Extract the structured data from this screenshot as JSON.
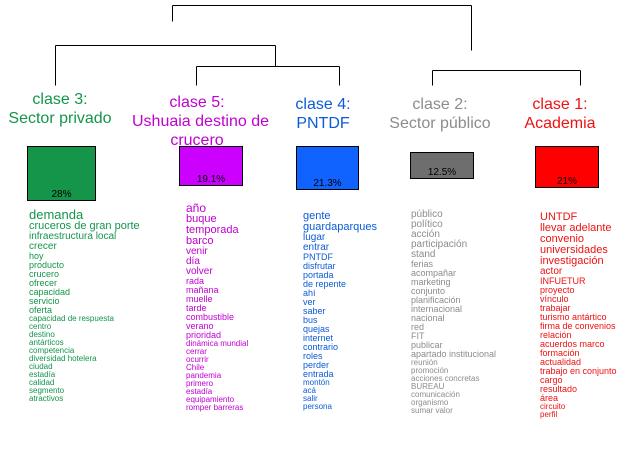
{
  "clusters": [
    {
      "id": "c3",
      "title_line1": "clase 3:",
      "title_line2": "Sector privado",
      "title_line3": "",
      "percent": "28%",
      "color": "#14954a",
      "box_color": "#14954a",
      "words": [
        "demanda",
        "cruceros de gran porte",
        "infraestructura local",
        "crecer",
        "hoy",
        "producto",
        "crucero",
        "ofrecer",
        "capacidad",
        "servicio",
        "oferta",
        "capacidad de respuesta",
        "centro",
        "destino",
        "antárticos",
        "competencia",
        "diversidad hotelera",
        "ciudad",
        "estadía",
        "calidad",
        "segmento",
        "atractivos"
      ]
    },
    {
      "id": "c5",
      "title_line1": "clase 5:",
      "title_line2": "Ushuaia destino de",
      "title_line3": "crucero",
      "percent": "19.1%",
      "color": "#c000d0",
      "box_color": "#cc00ff",
      "words": [
        "año",
        "buque",
        "temporada",
        "barco",
        "venir",
        "día",
        "volver",
        "rada",
        "mañana",
        "muelle",
        "tarde",
        "combustible",
        "verano",
        "prioridad",
        "dinámica mundial",
        "cerrar",
        "ocurrir",
        "Chile",
        "pandemia",
        "primero",
        "estadía",
        "equipamiento",
        "romper barreras"
      ]
    },
    {
      "id": "c4",
      "title_line1": "clase 4:",
      "title_line2": "PNTDF",
      "title_line3": "",
      "percent": "21.3%",
      "color": "#0a5bd8",
      "box_color": "#1063ff",
      "words": [
        "gente",
        "guardaparques",
        "lugar",
        "entrar",
        "PNTDF",
        "disfrutar",
        "portada",
        "de repente",
        "ahí",
        "ver",
        "saber",
        "bus",
        "quejas",
        "internet",
        "contrario",
        "roles",
        "perder",
        "entrada",
        "montón",
        "acá",
        "salir",
        "persona"
      ]
    },
    {
      "id": "c2",
      "title_line1": "clase 2:",
      "title_line2": "Sector público",
      "title_line3": "",
      "percent": "12.5%",
      "color": "#8c8c8c",
      "box_color": "#6e6e6e",
      "words": [
        "público",
        "político",
        "acción",
        "participación",
        "stand",
        "ferias",
        "acompañar",
        "marketing",
        "conjunto",
        "planificación",
        "internacional",
        "nacional",
        "red",
        "FIT",
        "publicar",
        "apartado institucional",
        "reunión",
        "promoción",
        "acciones concretas",
        "BUREAU",
        "comunicación",
        "organismo",
        "sumar valor"
      ]
    },
    {
      "id": "c1",
      "title_line1": "clase 1:",
      "title_line2": "Academia",
      "title_line3": "",
      "percent": "21%",
      "color": "#ee1111",
      "box_color": "#ff0000",
      "words": [
        "UNTDF",
        "llevar adelante",
        "convenio",
        "universidades",
        "investigación",
        "actor",
        "INFUETUR",
        "proyecto",
        "vínculo",
        "trabajar",
        "turismo antártico",
        "firma de convenios",
        "relación",
        "acuerdos marco",
        "formación",
        "actualidad",
        "trabajo en conjunto",
        "cargo",
        "resultado",
        "área",
        "circuito",
        "perfil"
      ]
    }
  ]
}
